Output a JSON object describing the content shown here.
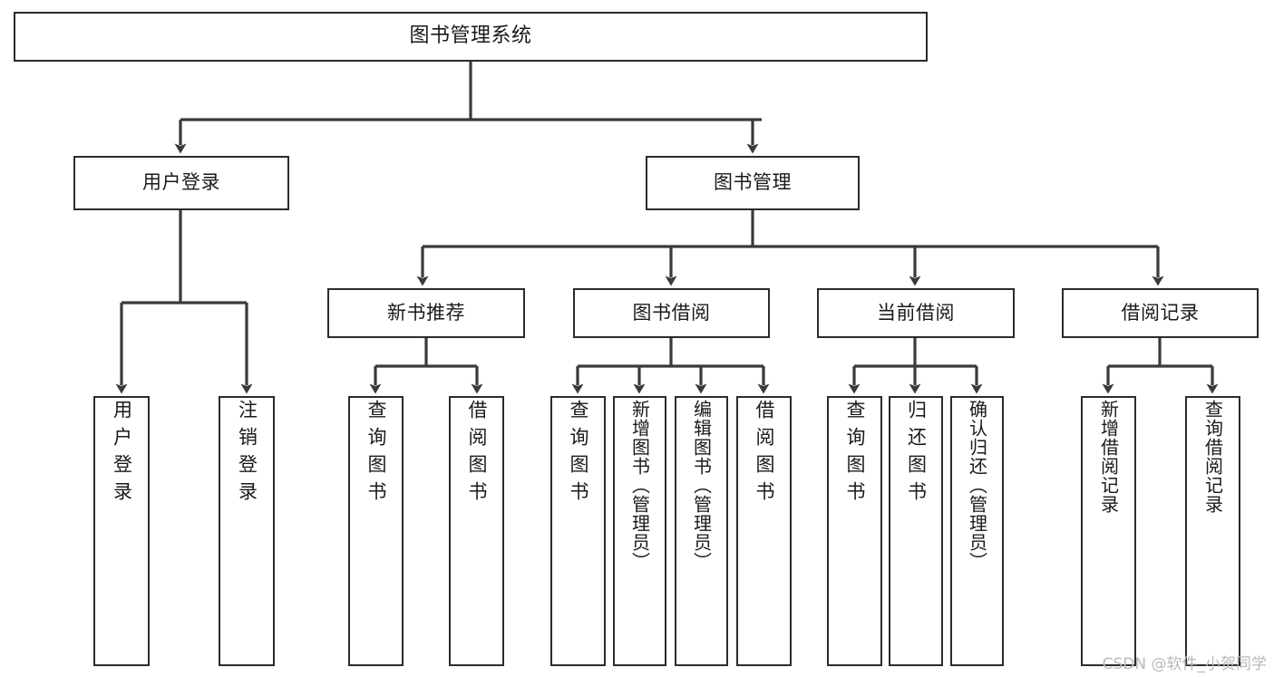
{
  "diagram": {
    "title": "图书管理系统",
    "type": "tree",
    "watermark": "CSDN @软件_小贺同学",
    "colors": {
      "node_border": "#2b2b2b",
      "node_fill": "#ffffff",
      "edge": "#3a3a3a",
      "text": "#1a1a1a",
      "watermark": "#b9b9b9",
      "background": "#ffffff"
    },
    "nodes": {
      "root": {
        "label": "图书管理系统"
      },
      "level2": [
        {
          "id": "user-login",
          "label": "用户登录"
        },
        {
          "id": "book-manage",
          "label": "图书管理"
        }
      ],
      "level3": [
        {
          "id": "new-book-recommend",
          "label": "新书推荐"
        },
        {
          "id": "book-borrow",
          "label": "图书借阅"
        },
        {
          "id": "current-borrow",
          "label": "当前借阅"
        },
        {
          "id": "borrow-record",
          "label": "借阅记录"
        }
      ],
      "leaves": [
        {
          "id": "leaf-user-login",
          "label": "用户登录",
          "parent": "user-login"
        },
        {
          "id": "leaf-logout",
          "label": "注销登录",
          "parent": "user-login"
        },
        {
          "id": "leaf-query-book-1",
          "label": "查询图书",
          "parent": "new-book-recommend"
        },
        {
          "id": "leaf-borrow-book-1",
          "label": "借阅图书",
          "parent": "new-book-recommend"
        },
        {
          "id": "leaf-query-book-2",
          "label": "查询图书",
          "parent": "book-borrow"
        },
        {
          "id": "leaf-add-book",
          "label": "新增图书（管理员）",
          "parent": "book-borrow"
        },
        {
          "id": "leaf-edit-book",
          "label": "编辑图书（管理员）",
          "parent": "book-borrow"
        },
        {
          "id": "leaf-borrow-book-2",
          "label": "借阅图书",
          "parent": "book-borrow"
        },
        {
          "id": "leaf-query-book-3",
          "label": "查询图书",
          "parent": "current-borrow"
        },
        {
          "id": "leaf-return-book",
          "label": "归还图书",
          "parent": "current-borrow"
        },
        {
          "id": "leaf-confirm-return",
          "label": "确认归还（管理员）",
          "parent": "current-borrow"
        },
        {
          "id": "leaf-add-record",
          "label": "新增借阅记录",
          "parent": "borrow-record"
        },
        {
          "id": "leaf-query-record",
          "label": "查询借阅记录",
          "parent": "borrow-record"
        }
      ]
    }
  }
}
